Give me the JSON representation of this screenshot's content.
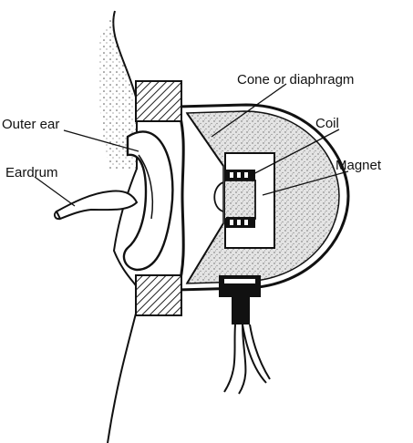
{
  "diagram": {
    "labels": {
      "cone": "Cone or diaphragm",
      "coil": "Coil",
      "magnet": "Magnet",
      "outer_ear": "Outer ear",
      "eardrum": "Eardrum"
    }
  }
}
